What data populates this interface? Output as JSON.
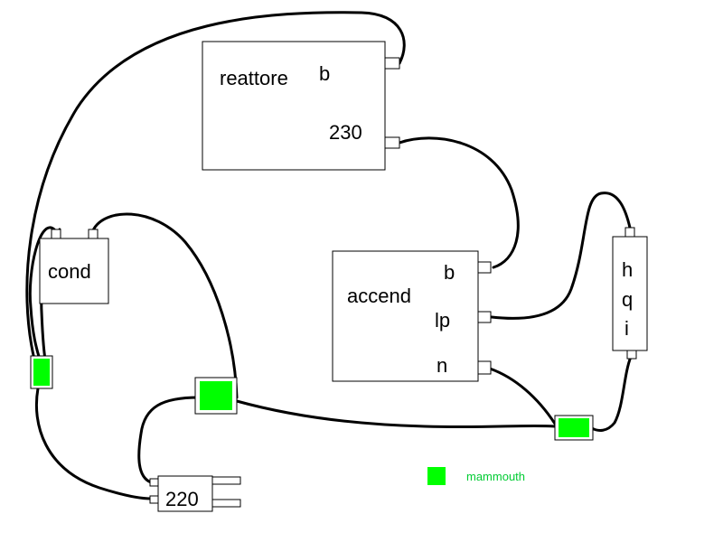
{
  "components": {
    "reattore": {
      "title": "reattore",
      "pin_b": "b",
      "pin_230": "230"
    },
    "cond": {
      "title": "cond"
    },
    "accend": {
      "title": "accend",
      "pin_b": "b",
      "pin_lp": "lp",
      "pin_n": "n"
    },
    "hqi": {
      "pin_h": "h",
      "pin_q": "q",
      "pin_i": "i"
    },
    "plug": {
      "title": "220"
    }
  },
  "legend": {
    "label": "mammouth"
  },
  "colors": {
    "wire": "#000000",
    "box_border": "#000000",
    "connector_fill": "#00ff00",
    "legend_text": "#00cc33"
  }
}
